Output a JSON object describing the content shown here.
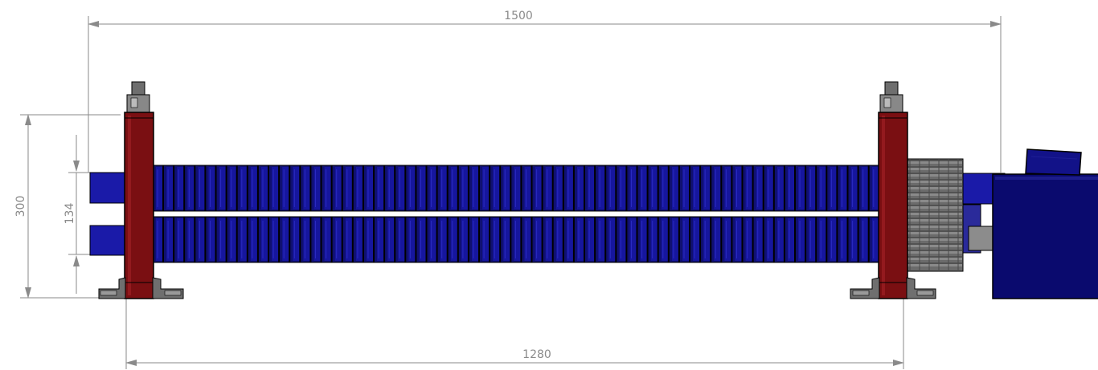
{
  "dimensions": {
    "overall_length": "1500",
    "support_span": "1280",
    "overall_height": "300",
    "tube_spacing": "134"
  },
  "colors": {
    "tube": "#16169e",
    "tube_dark": "#050530",
    "fin_edge": "#000000",
    "support": "#7a0f12",
    "support_dark": "#4a0608",
    "gear": "#6b6b6b",
    "motor": "#0a0a6e",
    "dim_line": "#8a8a8a"
  },
  "components": [
    "finned-tube-upper",
    "finned-tube-lower",
    "left-support-post",
    "right-support-post",
    "spur-gear",
    "drive-motor",
    "base-feet"
  ]
}
